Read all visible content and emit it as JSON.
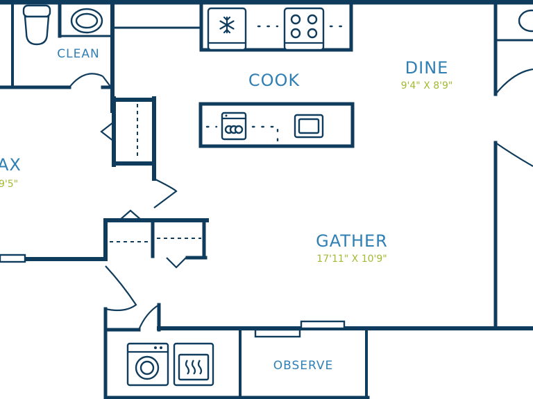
{
  "rooms": {
    "clean": {
      "label": "CLEAN"
    },
    "cook": {
      "label": "COOK"
    },
    "dine": {
      "label": "DINE",
      "dimensions": "9'4\" X 8'9\""
    },
    "relax": {
      "label": "AX",
      "dimensions": "9'5\""
    },
    "gather": {
      "label": "GATHER",
      "dimensions": "17'11\" X 10'9\""
    },
    "observe": {
      "label": "OBSERVE"
    }
  },
  "colors": {
    "wall": "#0f3b5c",
    "room_label": "#2f7fb5",
    "dimension_label": "#a4b930",
    "background": "#ffffff"
  },
  "fixtures": [
    "toilet-icon",
    "bath-sink-icon",
    "refrigerator-icon",
    "stove-icon",
    "dishwasher-icon",
    "kitchen-sink-icon",
    "washer-icon",
    "dryer-icon"
  ]
}
